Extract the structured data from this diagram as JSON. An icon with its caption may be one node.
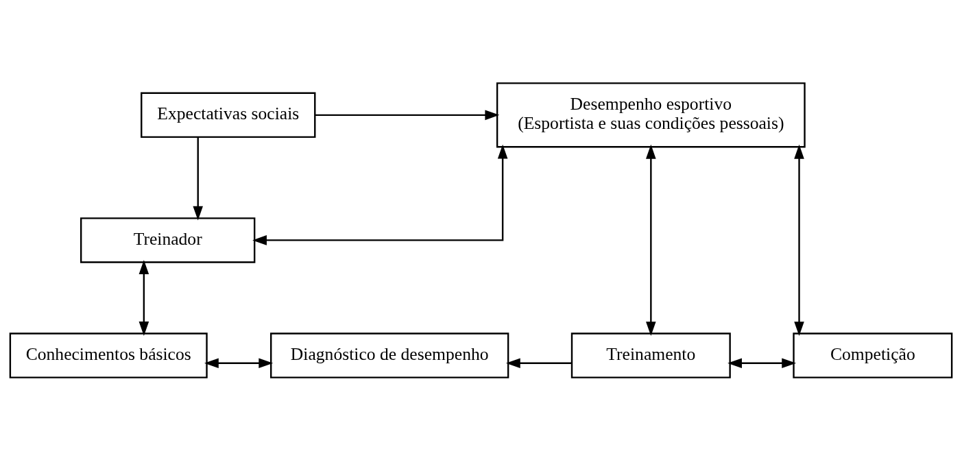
{
  "diagram": {
    "nodes": [
      {
        "text": [
          "Expectativas sociais"
        ]
      },
      {
        "text": [
          "Desempenho esportivo",
          "(Esportista e suas condições pessoais)"
        ]
      },
      {
        "text": [
          "Treinador"
        ]
      },
      {
        "text": [
          "Conhecimentos básicos"
        ]
      },
      {
        "text": [
          "Diagnóstico de desempenho"
        ]
      },
      {
        "text": [
          "Treinamento"
        ]
      },
      {
        "text": [
          "Competição"
        ]
      }
    ],
    "edges": [
      {
        "from": 0,
        "to": 1,
        "arrow": "to"
      },
      {
        "from": 0,
        "to": 2,
        "arrow": "to"
      },
      {
        "from": 2,
        "to": 1,
        "arrow": "both"
      },
      {
        "from": 2,
        "to": 3,
        "arrow": "both"
      },
      {
        "from": 1,
        "to": 5,
        "arrow": "both"
      },
      {
        "from": 1,
        "to": 6,
        "arrow": "both"
      },
      {
        "from": 3,
        "to": 4,
        "arrow": "both"
      },
      {
        "from": 5,
        "to": 4,
        "arrow": "to"
      },
      {
        "from": 5,
        "to": 6,
        "arrow": "both"
      }
    ]
  }
}
